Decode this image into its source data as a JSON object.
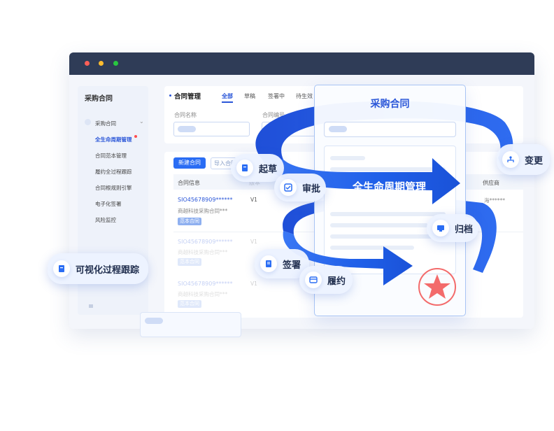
{
  "colors": {
    "accent": "#2a56d8",
    "arrow": "#2f6cf0",
    "stamp": "#f36b6b",
    "titlebar": "#2f3c57"
  },
  "sidebar": {
    "title": "采购合同",
    "group": "采购合同",
    "items": [
      "全生命周期管理",
      "合同范本管理",
      "履约全过程跟踪",
      "合同根规则引擎",
      "电子化签署",
      "风险监控"
    ]
  },
  "header": {
    "section_title": "合同管理",
    "tabs": [
      "全部",
      "草稿",
      "签署中",
      "待生效"
    ],
    "filters": [
      {
        "label": "合同名称"
      },
      {
        "label": "合同编号"
      }
    ]
  },
  "toolbar": {
    "new_contract": "新建合同",
    "import": "导入合同"
  },
  "table": {
    "columns": [
      "合同信息",
      "版本",
      "供应商"
    ],
    "rows": [
      {
        "id": "SIO45678909******",
        "name": "商越科技采购合同***",
        "version": "V1",
        "tag": "范本合同",
        "supplier": "海******"
      },
      {
        "id": "SIO45678909******",
        "name": "商越科技采购合同***",
        "version": "V1",
        "tag": "范本合同",
        "supplier": ""
      },
      {
        "id": "SIO45678909******",
        "name": "商越科技采购合同***",
        "version": "V1",
        "tag": "范本合同",
        "supplier": ""
      }
    ]
  },
  "document": {
    "title": "采购合同"
  },
  "lifecycle": {
    "label": "全生命周期管理",
    "stages": [
      {
        "label": "起草",
        "icon": "draft-icon"
      },
      {
        "label": "审批",
        "icon": "approval-icon"
      },
      {
        "label": "变更",
        "icon": "change-icon"
      },
      {
        "label": "归档",
        "icon": "archive-icon"
      },
      {
        "label": "签署",
        "icon": "sign-icon"
      },
      {
        "label": "履约",
        "icon": "fulfill-icon"
      }
    ],
    "tracking": {
      "label": "可视化过程跟踪",
      "icon": "tracking-icon"
    }
  }
}
